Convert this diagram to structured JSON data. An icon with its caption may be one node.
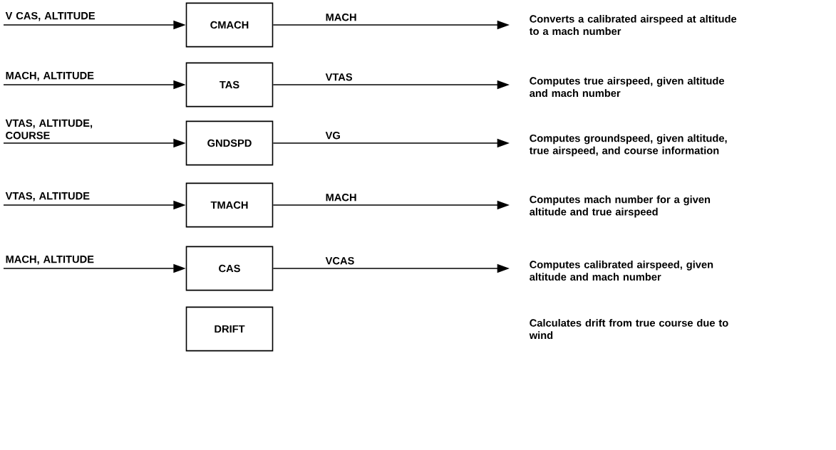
{
  "diagram": {
    "nodes": [
      {
        "text": [
          "CMACH"
        ]
      },
      {
        "text": [
          "TAS"
        ]
      },
      {
        "text": [
          "GNDSPD"
        ]
      },
      {
        "text": [
          "TMACH"
        ]
      },
      {
        "text": [
          "CAS"
        ]
      },
      {
        "text": [
          "DRIFT"
        ]
      }
    ],
    "edges": [
      {
        "from": null,
        "to": 0,
        "arrow": "to",
        "label": "V CAS, ALTITUDE"
      },
      {
        "from": 0,
        "to": null,
        "arrow": "to",
        "label": "MACH"
      },
      {
        "from": null,
        "to": 1,
        "arrow": "to",
        "label": "MACH, ALTITUDE"
      },
      {
        "from": 1,
        "to": null,
        "arrow": "to",
        "label": "VTAS"
      },
      {
        "from": null,
        "to": 2,
        "arrow": "to",
        "label": "VTAS, ALTITUDE, COURSE"
      },
      {
        "from": 2,
        "to": null,
        "arrow": "to",
        "label": "VG"
      },
      {
        "from": null,
        "to": 3,
        "arrow": "to",
        "label": "VTAS, ALTITUDE"
      },
      {
        "from": 3,
        "to": null,
        "arrow": "to",
        "label": "MACH"
      },
      {
        "from": null,
        "to": 4,
        "arrow": "to",
        "label": "MACH, ALTITUDE"
      },
      {
        "from": 4,
        "to": null,
        "arrow": "to",
        "label": "VCAS"
      }
    ],
    "labels": [
      "Converts a calibrated airspeed at altitude to a mach number",
      "Computes true airspeed, given altitude and mach number",
      "Computes groundspeed, given altitude, true airspeed, and course information",
      "Computes mach number for a given altitude and true airspeed",
      "Computes calibrated airspeed, given altitude and mach number",
      "Calculates drift from true course due to wind"
    ]
  }
}
